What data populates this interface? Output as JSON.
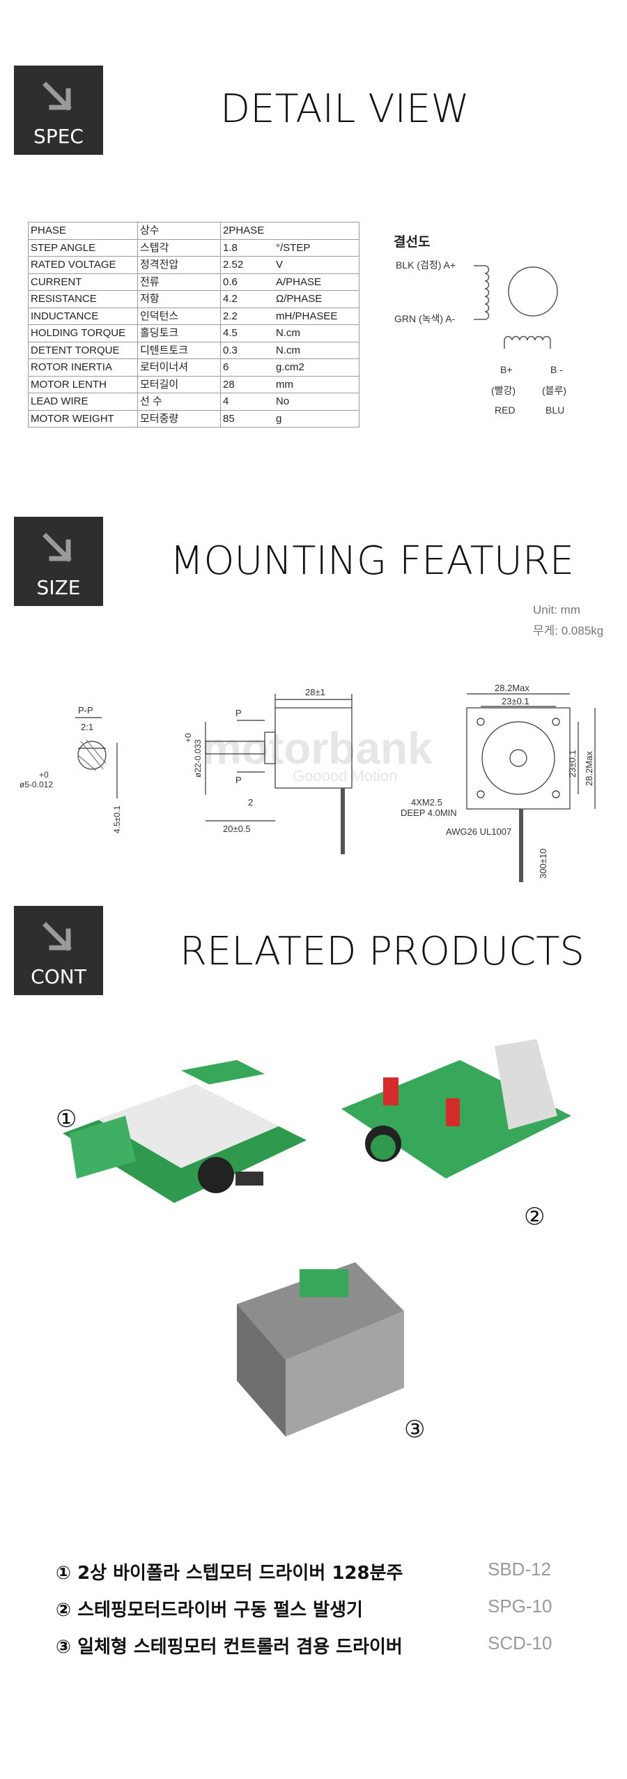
{
  "sections": {
    "spec": {
      "badge": "SPEC",
      "title": "DETAIL VIEW"
    },
    "size": {
      "badge": "SIZE",
      "title": "MOUNTING FEATURE"
    },
    "cont": {
      "badge": "CONT",
      "title": "RELATED PRODUCTS"
    }
  },
  "spec_table": {
    "rows": [
      [
        "PHASE",
        "상수",
        "2PHASE",
        ""
      ],
      [
        "STEP ANGLE",
        "스텝각",
        "1.8",
        "°/STEP"
      ],
      [
        "RATED VOLTAGE",
        "정격전압",
        "2.52",
        "V"
      ],
      [
        "CURRENT",
        "전류",
        "0.6",
        "A/PHASE"
      ],
      [
        "RESISTANCE",
        "저항",
        "4.2",
        "Ω/PHASE"
      ],
      [
        "INDUCTANCE",
        "인덕턴스",
        "2.2",
        "mH/PHASEE"
      ],
      [
        "HOLDING TORQUE",
        "홀딩토크",
        "4.5",
        "N.cm"
      ],
      [
        "DETENT TORQUE",
        "디텐트토크",
        "0.3",
        "N.cm"
      ],
      [
        "ROTOR INERTIA",
        "로터이너셔",
        "6",
        "g.cm2"
      ],
      [
        "MOTOR LENTH",
        "모터길이",
        "28",
        "mm"
      ],
      [
        "LEAD WIRE",
        "선 수",
        "4",
        "No"
      ],
      [
        "MOTOR WEIGHT",
        "모터중량",
        "85",
        "g"
      ]
    ]
  },
  "wiring": {
    "title": "결선도",
    "a_plus": "BLK (검정) A+",
    "a_minus": "GRN (녹색) A-",
    "b_plus": "B+",
    "b_minus": "B -",
    "b_plus_kr": "(빨강)",
    "b_minus_kr": "(블루)",
    "b_plus_color": "RED",
    "b_minus_color": "BLU"
  },
  "mounting": {
    "unit": "Unit: mm",
    "weight": "무게: 0.085kg",
    "section_label": "P-P",
    "section_scale": "2:1",
    "shaft_tol": "ø5-0.012",
    "shaft_tol_top": "+0",
    "flat_dim": "4.5±0.1",
    "p_label": "P",
    "length_dim": "28±1",
    "boss_dim": "ø22-0.033",
    "boss_tol_top": "+0",
    "boss_height": "2",
    "shaft_len": "20±0.5",
    "width_dim": "28.2Max",
    "hole_span": "23±0.1",
    "hole_span_v": "23±0.1",
    "height_dim": "28.2Max",
    "hole_note_1": "4XM2.5",
    "hole_note_2": "DEEP 4.0MIN",
    "wire_note": "AWG26 UL1007",
    "wire_len": "300±10",
    "watermark": "motorbank",
    "watermark_sub": "Gooood Motion"
  },
  "products": [
    {
      "marker": "①",
      "name": "① 2상 바이폴라 스텝모터 드라이버 128분주",
      "code": "SBD-12"
    },
    {
      "marker": "②",
      "name": "② 스테핑모터드라이버 구동 펄스 발생기",
      "code": "SPG-10"
    },
    {
      "marker": "③",
      "name": "③ 일체형 스테핑모터 컨트롤러 겸용 드라이버",
      "code": "SCD-10"
    }
  ],
  "colors": {
    "badge": "#2e2e2e",
    "pcb": "#2f9a4e",
    "code_gray": "#9a9a9a"
  }
}
